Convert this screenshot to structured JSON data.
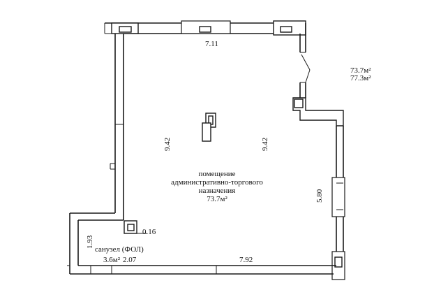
{
  "plan": {
    "area_total": "73.7м²",
    "area_gross": "77.3м²",
    "dimensions": {
      "top_wall": "7.11",
      "left_inner": "9.42",
      "right_inner": "9.42",
      "right_lower": "5.80",
      "bottom": "7.92",
      "bath_side": "1.93",
      "bath_bottom": "2.07",
      "small_offset": "0.16"
    },
    "main_room": {
      "line1": "помещение",
      "line2": "административно-торгового",
      "line3": "назначения",
      "area": "73.7м²"
    },
    "bathroom": {
      "name": "санузел (ФОЛ)",
      "area": "3.6м²"
    }
  }
}
